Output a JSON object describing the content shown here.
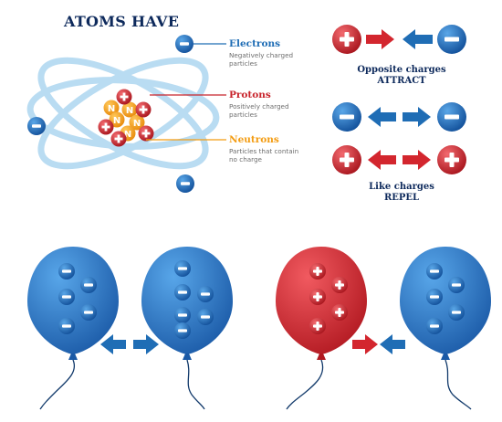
{
  "title": "ATOMS HAVE",
  "particles": [
    {
      "name": "Electrons",
      "description": "Negatively charged particles",
      "color": "#1f6db5"
    },
    {
      "name": "Protons",
      "description": "Positively charged particles",
      "color": "#c8232b"
    },
    {
      "name": "Neutrons",
      "description": "Particles that contain no charge",
      "color": "#f39c12"
    }
  ],
  "attract": {
    "line1": "Opposite charges",
    "line2": "ATTRACT"
  },
  "repel": {
    "line1": "Like charges",
    "line2": "REPEL"
  },
  "nucleus_letter": "N",
  "colors": {
    "blue": "#1f6db5",
    "red": "#d3262e",
    "orbit": "#b9dcf2",
    "orange": "#f5a623",
    "navy": "#0e2a5c"
  }
}
